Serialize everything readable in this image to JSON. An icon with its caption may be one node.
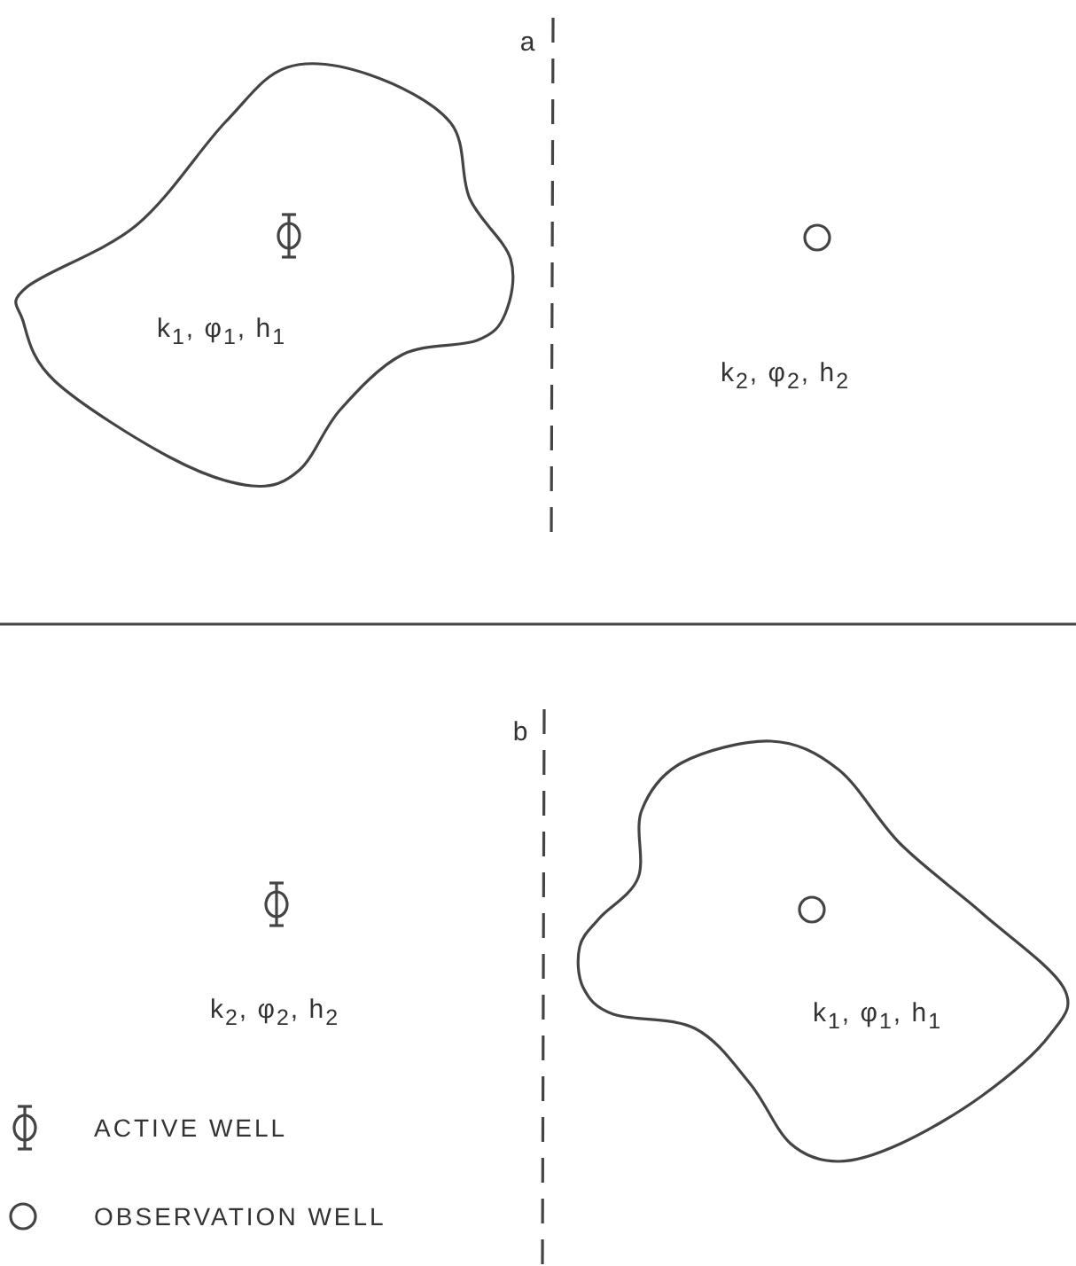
{
  "diagram": {
    "nodes": [
      {
        "text": [
          "k$_{1}$, φ$_{1}$, h$_{1}$"
        ]
      },
      {
        "text": [
          "k$_{1}$, φ$_{1}$, h$_{1}$"
        ]
      }
    ],
    "edges": [],
    "labels": [
      "a",
      "k$_{2}$, φ$_{2}$, h$_{2}$",
      "b",
      "k$_{2}$, φ$_{2}$, h$_{2}$"
    ],
    "legend": [
      {
        "text": "ACTIVE WELL"
      },
      {
        "text": "OBSERVATION WELL"
      }
    ]
  }
}
